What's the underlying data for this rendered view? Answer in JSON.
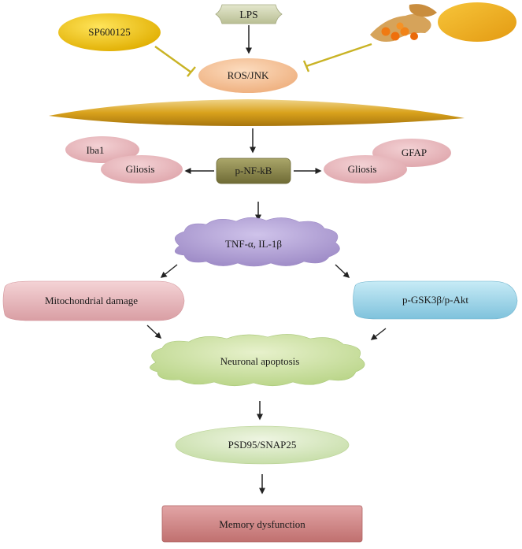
{
  "nodes": {
    "lps": "LPS",
    "sp600125": "SP600125",
    "ros_jnk": "ROS/JNK",
    "iba1": "Iba1",
    "gliosis_left": "Gliosis",
    "pnfkb": "p-NF-kB",
    "gfap": "GFAP",
    "gliosis_right": "Gliosis",
    "cytokines": "TNF-α, IL-1β",
    "mito": "Mitochondrial damage",
    "gsk": "p-GSK3β/p-Akt",
    "apoptosis": "Neuronal apoptosis",
    "psd": "PSD95/SNAP25",
    "memory": "Memory dysfunction"
  },
  "colors": {
    "lps_box": "#cdd2ae",
    "sp600125": "#f2c200",
    "ros_jnk": "#f4c59c",
    "membrane": "#d9a21c",
    "pnfkb": "#8e8a4c",
    "gliosis": "#e7b7bc",
    "cytokines": "#b6a5d6",
    "mito": "#e7b7bc",
    "gsk": "#9fd6ea",
    "apoptosis": "#cfe3a8",
    "psd": "#d8e8c0",
    "memory": "#d2888a",
    "inhibit_line": "#c9b325"
  },
  "icons": {
    "curcumin": "turmeric-root-and-powder-image"
  }
}
